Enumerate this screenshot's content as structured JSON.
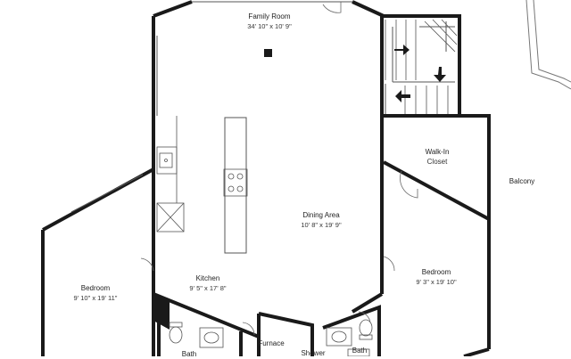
{
  "colors": {
    "wall": "#1a1a1a",
    "thin_line": "#444444",
    "fixture": "#666666",
    "background": "#ffffff"
  },
  "rooms": {
    "family_room": {
      "name": "Family Room",
      "dims": "34' 10\" x 10' 9\""
    },
    "dining_area": {
      "name": "Dining Area",
      "dims": "10' 8\" x 19' 9\""
    },
    "kitchen": {
      "name": "Kitchen",
      "dims": "9' 5\" x 17' 8\""
    },
    "bedroom_left": {
      "name": "Bedroom",
      "dims": "9' 10\" x 19' 11\""
    },
    "bedroom_right": {
      "name": "Bedroom",
      "dims": "9' 3\" x 19' 10\""
    },
    "walk_in_closet": {
      "line1": "Walk-In",
      "line2": "Closet"
    },
    "balcony": {
      "name": "Balcony"
    },
    "furnace": {
      "name": "Furnace"
    },
    "shower": {
      "name": "Shower"
    },
    "bath_left": {
      "name": "Bath"
    },
    "bath_right": {
      "name": "Bath"
    }
  },
  "icons": {
    "stair_arrows": [
      "arrow-right-icon",
      "arrow-down-icon",
      "arrow-left-icon"
    ],
    "fixtures": [
      "kitchen-sink-icon",
      "cooktop-icon",
      "appliance-icon",
      "toilet-icon",
      "bathroom-sink-icon"
    ]
  }
}
